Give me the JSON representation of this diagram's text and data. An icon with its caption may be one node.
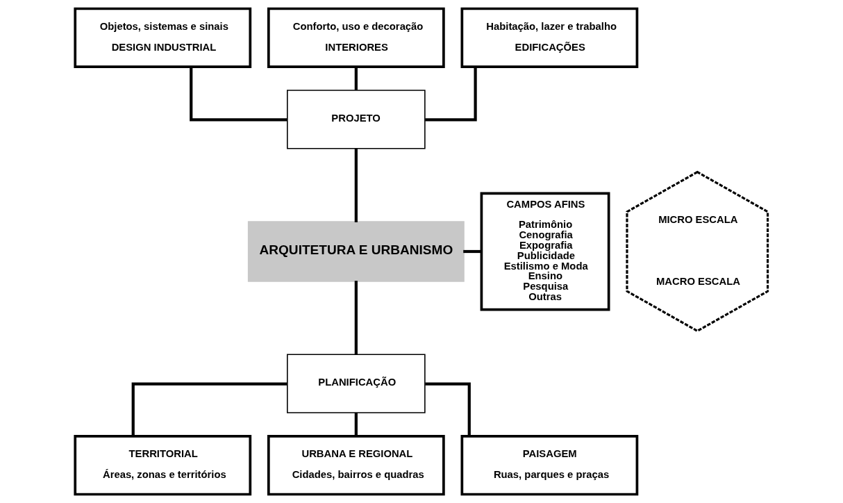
{
  "diagram": {
    "nodes": [
      {
        "text": [
          "Objetos, sistemas e sinais",
          "DESIGN INDUSTRIAL"
        ]
      },
      {
        "text": [
          "Conforto, uso e decoração",
          "INTERIORES"
        ]
      },
      {
        "text": [
          "Habitação, lazer e trabalho",
          "EDIFICAÇÕES"
        ]
      },
      {
        "text": [
          "PROJETO"
        ]
      },
      {
        "text": [
          "MICRO ESCALA",
          "MACRO ESCALA"
        ]
      },
      {
        "text": [
          "ARQUITETURA E URBANISMO"
        ]
      },
      {
        "text": [
          "CAMPOS AFINS",
          "Patrimônio",
          "Cenografia",
          "Expografia",
          "Publicidade",
          "Estilismo e Moda",
          "Ensino",
          "Pesquisa",
          "Outras"
        ]
      },
      {
        "text": [
          "PLANIFICAÇÃO"
        ]
      },
      {
        "text": [
          "TERRITORIAL",
          "Áreas, zonas e territórios"
        ]
      },
      {
        "text": [
          "URBANA E REGIONAL",
          "Cidades, bairros e quadras"
        ]
      },
      {
        "text": [
          "PAISAGEM",
          "Ruas, parques e praças"
        ]
      }
    ],
    "edges": [
      {
        "from": 0,
        "to": 3,
        "arrow": "none"
      },
      {
        "from": 1,
        "to": 3,
        "arrow": "none"
      },
      {
        "from": 2,
        "to": 3,
        "arrow": "none"
      },
      {
        "from": 3,
        "to": 5,
        "arrow": "none"
      },
      {
        "from": 5,
        "to": 6,
        "arrow": "none"
      },
      {
        "from": 5,
        "to": 7,
        "arrow": "none"
      },
      {
        "from": 7,
        "to": 8,
        "arrow": "none"
      },
      {
        "from": 7,
        "to": 9,
        "arrow": "none"
      },
      {
        "from": 7,
        "to": 10,
        "arrow": "none"
      }
    ]
  }
}
